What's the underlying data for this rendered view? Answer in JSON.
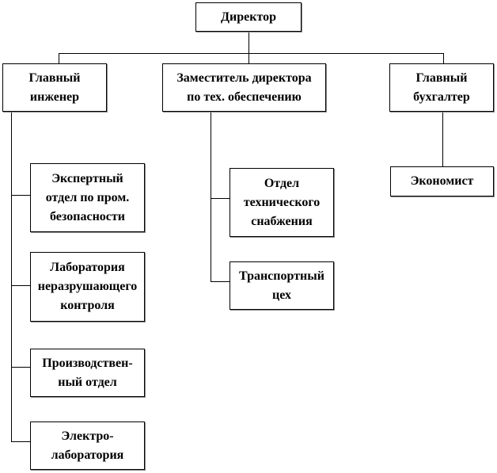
{
  "director": "Директор",
  "level1": [
    "Главный\nинженер",
    "Заместитель директора\nпо тех. обеспечению",
    "Главный\nбухгалтер"
  ],
  "engineer_units": [
    "Экспертный\nотдел по пром.\nбезопасности",
    "Лаборатория\nнеразрушающего\nконтроля",
    "Производствен-\nный отдел",
    "Электро-\nлаборатория"
  ],
  "deputy_units": [
    "Отдел\nтехнического\nснабжения",
    "Транспортный\nцех"
  ],
  "accountant_units": [
    "Экономист"
  ]
}
